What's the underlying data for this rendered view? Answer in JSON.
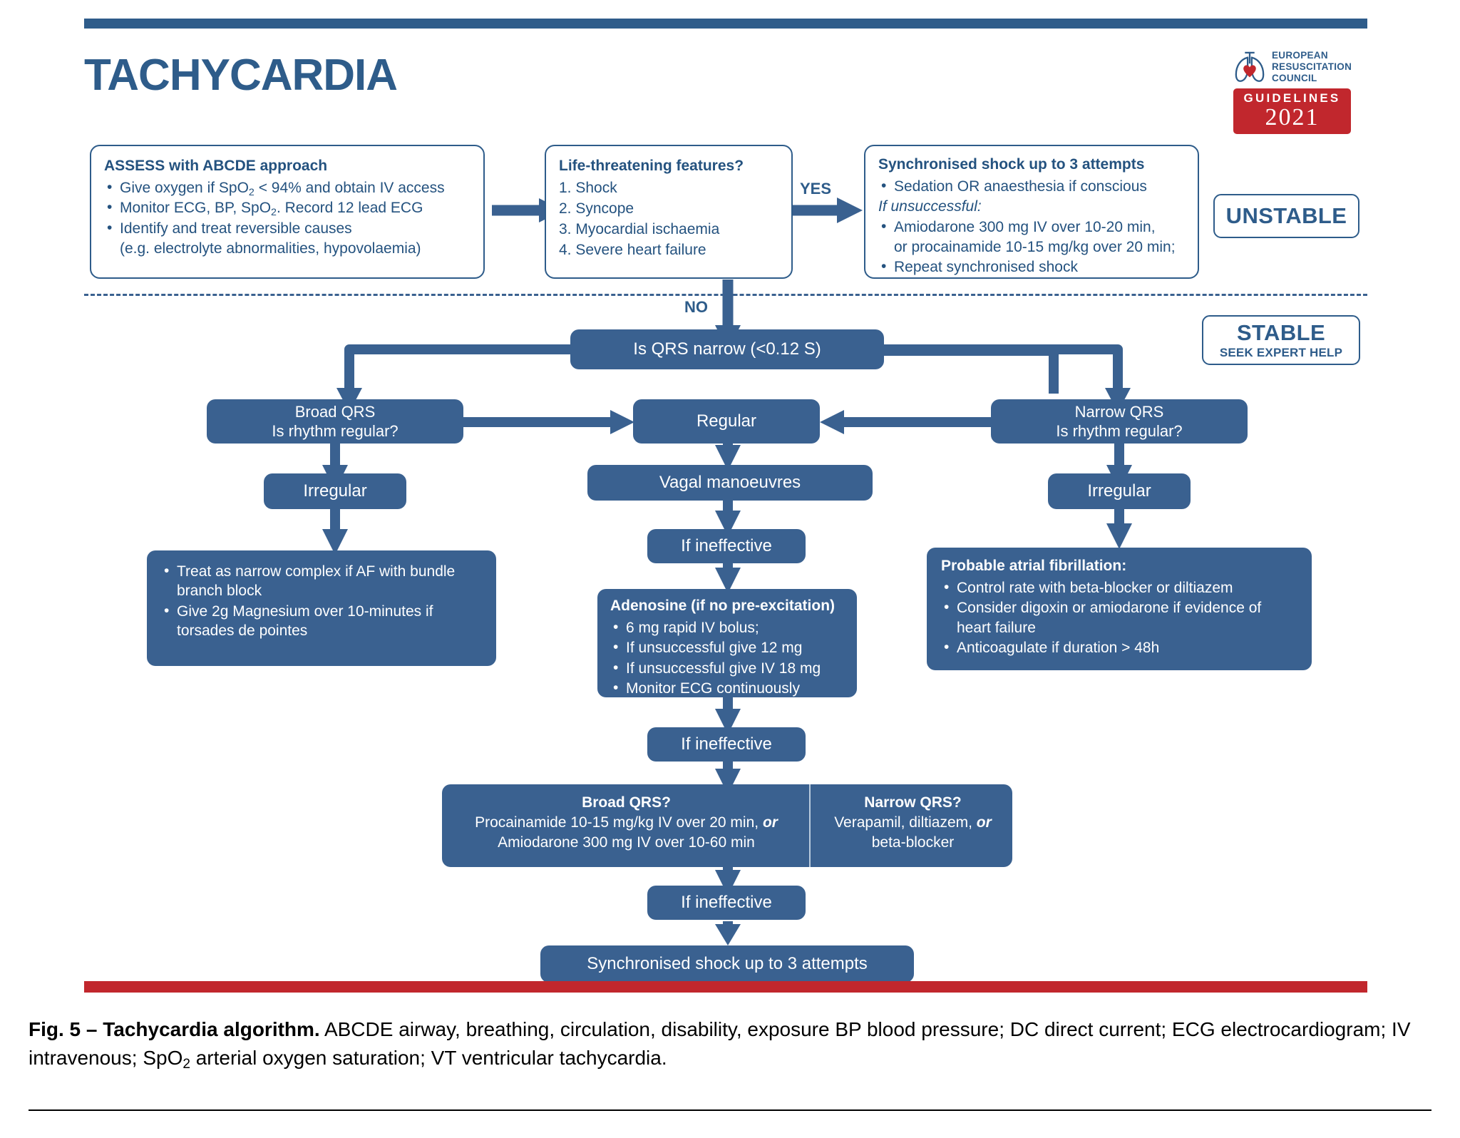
{
  "title": "TACHYCARDIA",
  "logo": {
    "org_line1": "EUROPEAN",
    "org_line2": "RESUSCITATION",
    "org_line3": "COUNCIL",
    "badge_label": "GUIDELINES",
    "badge_year": "2021",
    "brand_red": "#c1272d",
    "brand_blue": "#2e5c8a"
  },
  "colors": {
    "outline_blue": "#2e5c8a",
    "fill_blue": "#3a6190",
    "accent_red": "#c1272d"
  },
  "status": {
    "unstable": "UNSTABLE",
    "stable_main": "STABLE",
    "stable_sub": "SEEK EXPERT HELP"
  },
  "labels": {
    "yes": "YES",
    "no": "NO"
  },
  "assess_box": {
    "heading": "ASSESS with ABCDE approach",
    "items": [
      "Give oxygen if SpO2 < 94% and obtain IV access",
      "Monitor ECG, BP, SpO2. Record 12 lead ECG",
      "Identify and treat reversible causes",
      "(e.g. electrolyte abnormalities, hypovolaemia)"
    ]
  },
  "life_threat_box": {
    "heading": "Life-threatening features?",
    "items": [
      "1. Shock",
      "2. Syncope",
      "3. Myocardial ischaemia",
      "4. Severe heart failure"
    ]
  },
  "sync_shock_box": {
    "heading": "Synchronised shock up to 3 attempts",
    "item1": "Sedation OR anaesthesia if conscious",
    "italic_line": "If unsuccessful:",
    "item2a": "Amiodarone 300 mg IV over 10-20 min,",
    "item2b": "or procainamide 10-15 mg/kg over 20 min;",
    "item3": "Repeat synchronised shock"
  },
  "qrs_decision": "Is QRS narrow (<0.12 S)",
  "branches": {
    "broad_line1": "Broad QRS",
    "broad_line2": "Is rhythm regular?",
    "narrow_line1": "Narrow QRS",
    "narrow_line2": "Is rhythm regular?",
    "regular": "Regular",
    "irregular_left": "Irregular",
    "irregular_right": "Irregular"
  },
  "vagal": "Vagal manoeuvres",
  "if_ineffective_1": "If ineffective",
  "if_ineffective_2": "If ineffective",
  "if_ineffective_3": "If ineffective",
  "broad_irregular_box": {
    "items": [
      "Treat as narrow complex if AF with bundle branch block",
      "Give 2g Magnesium over 10-minutes if torsades de pointes"
    ]
  },
  "adenosine_box": {
    "heading": "Adenosine (if no pre-excitation)",
    "items": [
      "6 mg rapid IV bolus;",
      "If unsuccessful give 12 mg",
      "If unsuccessful give IV 18 mg",
      "Monitor ECG continuously"
    ]
  },
  "af_box": {
    "heading": "Probable atrial fibrillation:",
    "items": [
      "Control rate with beta-blocker or diltiazem",
      "Consider digoxin or  amiodarone if evidence of heart failure",
      "Anticoagulate if duration > 48h"
    ]
  },
  "qrs_split_box": {
    "broad_title": "Broad QRS?",
    "broad_line1": "Procainamide 10-15 mg/kg IV over 20 min, ",
    "broad_or": "or",
    "broad_line2": "Amiodarone 300 mg  IV over 10-60 min",
    "narrow_title": "Narrow QRS?",
    "narrow_line1": "Verapamil, diltiazem, ",
    "narrow_or": "or",
    "narrow_line2": "beta-blocker"
  },
  "final_box": "Synchronised shock up to 3 attempts",
  "caption": {
    "bold": "Fig. 5 – Tachycardia algorithm.",
    "rest_a": " ABCDE airway, breathing, circulation, disability, exposure BP blood pressure; DC direct current; ECG electrocardiogram; IV intravenous; SpO",
    "rest_sub": "2",
    "rest_b": " arterial oxygen saturation; VT ventricular tachycardia."
  }
}
